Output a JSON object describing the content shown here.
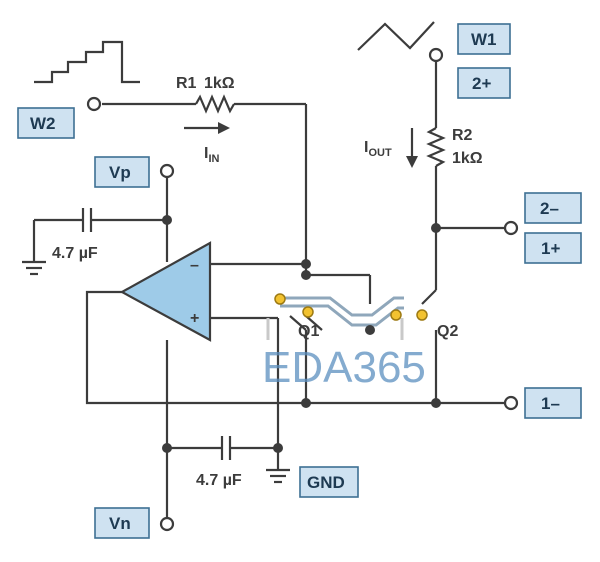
{
  "labels": {
    "w1": "W1",
    "w2": "W2",
    "p2plus": "2+",
    "p2minus": "2–",
    "p1plus": "1+",
    "p1minus": "1–",
    "vp": "Vp",
    "vn": "Vn",
    "gnd": "GND"
  },
  "components": {
    "r1": "R1",
    "r1_value": "1kΩ",
    "r2": "R2",
    "r2_value": "1kΩ",
    "c_top": "4.7 µF",
    "c_bottom": "4.7 µF",
    "q1": "Q1",
    "q2": "Q2"
  },
  "currents": {
    "i_in_main": "I",
    "i_in_sub": "IN",
    "i_out_main": "I",
    "i_out_sub": "OUT"
  },
  "opamp": {
    "minus": "–",
    "plus": "+"
  },
  "watermark": "EDA365"
}
